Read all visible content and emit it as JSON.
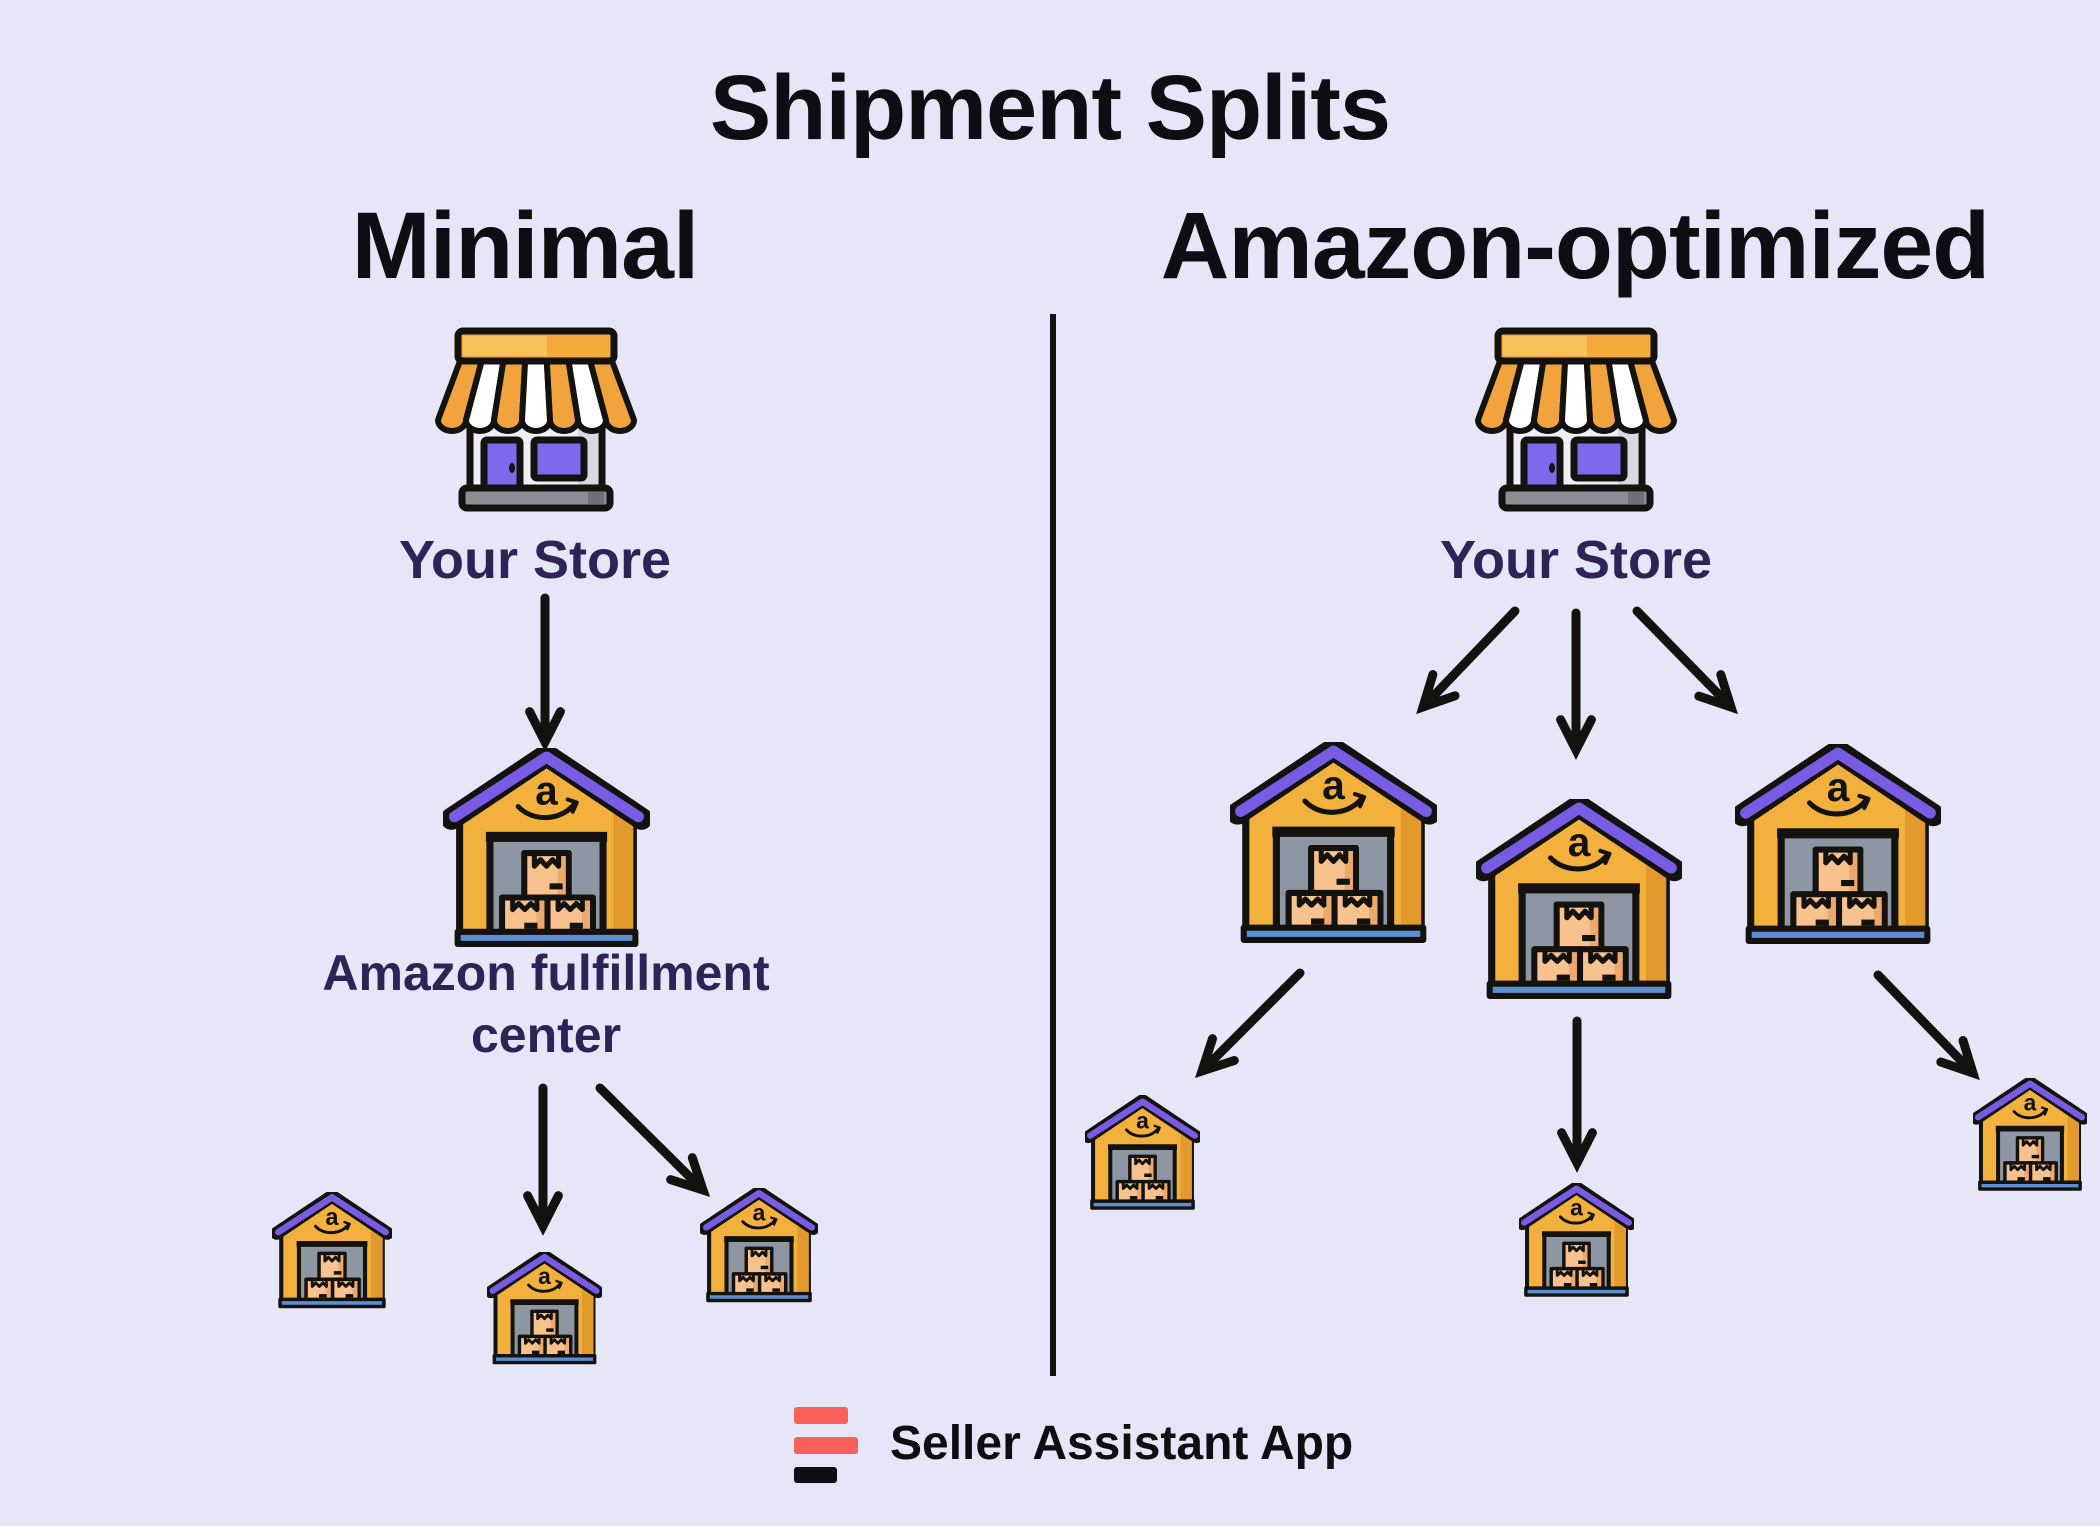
{
  "title": "Shipment Splits",
  "sections": {
    "minimal": {
      "heading": "Minimal",
      "store_label": "Your Store",
      "warehouse_label": "Amazon fulfillment center",
      "first_stage_warehouse_count": 1,
      "final_stage_warehouse_count": 3
    },
    "optimized": {
      "heading": "Amazon-optimized",
      "store_label": "Your Store",
      "first_stage_warehouse_count": 3,
      "final_stage_warehouse_count": 3
    }
  },
  "footer": {
    "brand": "Seller Assistant App"
  },
  "icons": {
    "store": "storefront-icon",
    "warehouse": "amazon-fulfillment-warehouse-icon",
    "arrow": "flow-arrow",
    "brand": "seller-assistant-logo-bars"
  },
  "colors": {
    "background": "#e7e6f8",
    "heading_black": "#0e0e12",
    "outline": "#14120f",
    "label_purple": "#2d2357",
    "icon_amber": "#f2b13d",
    "icon_amber_shade": "#e19a2b",
    "roof_purple": "#7a5ce4",
    "interior_gray": "#8d96a2",
    "box_tan": "#f8c28f",
    "box_tan_shade": "#eda96d",
    "base_blue": "#5d8ed2",
    "store_purple": "#7c69ec",
    "store_body": "#f0eff3",
    "store_body_shade": "#d9d8de",
    "store_base_gray": "#8e8d97",
    "store_base_dark": "#6f6e79",
    "awning_orange": "#f2a43c",
    "awning_white": "#ffffff",
    "topbar_amber": "#f4ab3c",
    "topbar_light": "#f8c159",
    "logo_coral": "#f8605c"
  }
}
